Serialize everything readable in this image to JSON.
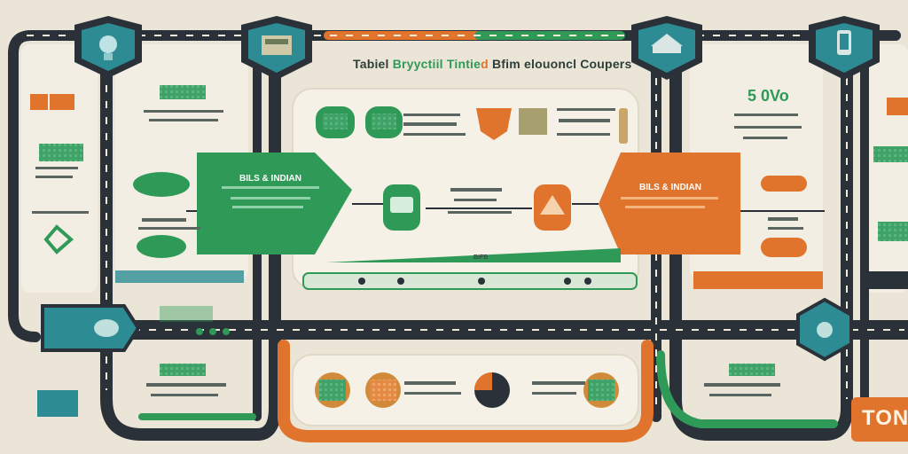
{
  "title": {
    "prefix": "Tabiel",
    "green": "Bryyctiil Tintie",
    "orange": "d",
    "rest": "Bfim elouoncl Coupers"
  },
  "hex_green_label": "BILS & INDIAN",
  "hex_orange_label": "BILS & INDIAN",
  "stat_value": "5 0Vo",
  "center_banner_label": "BIFB",
  "badge_text": "TON",
  "colors": {
    "road": "#2b3138",
    "green": "#2f9a58",
    "orange": "#e0742c",
    "teal": "#2d8c93",
    "paper": "#ece6d8",
    "panel": "#f4efe4"
  },
  "icons": [
    "lightbulb-icon",
    "building-icon",
    "bank-icon",
    "phone-icon",
    "car-icon",
    "shield-icon",
    "bus-icon",
    "pie-chart-icon"
  ]
}
